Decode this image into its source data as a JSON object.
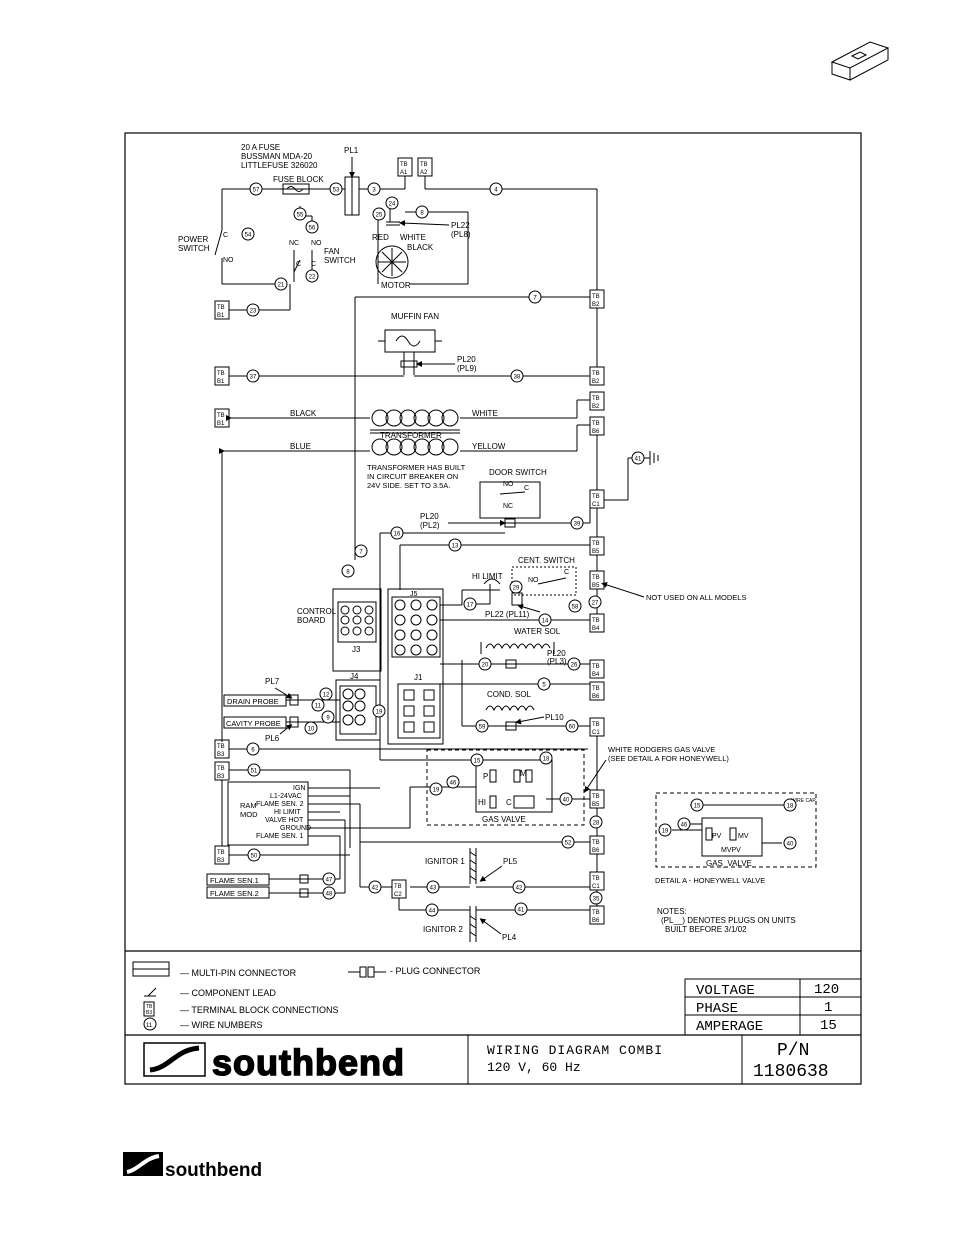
{
  "fuse_note": [
    "20 A FUSE",
    "BUSSMAN MDA-20",
    "LITTLEFUSE 326020"
  ],
  "labels": {
    "pl1": "PL1",
    "fuse_block": "FUSE BLOCK",
    "power_switch": [
      "POWER",
      "SWITCH"
    ],
    "fan_switch": [
      "FAN",
      "SWITCH"
    ],
    "nc": "NC",
    "no": "NO",
    "c": "C",
    "pl22": "PL22",
    "pl8": "(PL8)",
    "red": "RED",
    "white": "WHITE",
    "black": "BLACK",
    "motor": "MOTOR",
    "muffin_fan": "MUFFIN FAN",
    "pl20": "PL20",
    "pl9": "(PL9)",
    "wire_black": "BLACK",
    "wire_white": "WHITE",
    "wire_blue": "BLUE",
    "wire_yellow": "YELLOW",
    "transformer": "TRANSFORMER",
    "transformer_note": [
      "TRANSFORMER HAS BUILT",
      "IN CIRCUIT BREAKER ON",
      "24V SIDE.  SET TO 3.5A."
    ],
    "door_switch": "DOOR SWITCH",
    "pl20b": "PL20",
    "pl2": "(PL2)",
    "cent_switch": "CENT. SWITCH",
    "hi_limit": "HI LIMIT",
    "pl22b": "PL22 (PL11)",
    "not_used": "NOT USED ON ALL MODELS",
    "control_board": [
      "CONTROL",
      "BOARD"
    ],
    "j3": "J3",
    "j4": "J4",
    "j5": "J5",
    "j1": "J1",
    "water_sol": "WATER SOL",
    "pl20c": "PL20",
    "pl3": "(PL3)",
    "cond_sol": "COND. SOL",
    "pl10": "PL10",
    "pl7": "PL7",
    "pl6": "PL6",
    "drain_probe": "DRAIN PROBE",
    "cavity_probe": "CAVITY PROBE",
    "gas_valve_note": [
      "WHITE RODGERS GAS VALVE",
      "(SEE DETAIL A FOR HONEYWELL)"
    ],
    "gas_valve": "GAS VALVE",
    "p": "P",
    "m": "M",
    "hi": "HI",
    "gv_c": "C",
    "ram": [
      "RAM",
      "MOD"
    ],
    "ram_pins": [
      "IGN",
      "L1-24VAC",
      "FLAME SEN. 2",
      "HI LIMIT",
      "VALVE HOT",
      "GROUND",
      "FLAME SEN. 1"
    ],
    "flame_sen1": "FLAME SEN.1",
    "flame_sen2": "FLAME SEN.2",
    "ignitor1": "IGNITOR 1",
    "ignitor2": "IGNITOR 2",
    "pl5": "PL5",
    "pl4": "PL4",
    "detail_a": "DETAIL A - HONEYWELL VALVE",
    "pv": "PV",
    "mv": "MV",
    "mvpv": "MVPV",
    "gas_valve2": "GAS_VALVE",
    "wire_cap": "WIRE CAP",
    "notes": [
      "NOTES:",
      "(PL__) DENOTES PLUGS ON UNITS",
      "BUILT BEFORE 3/1/02"
    ]
  },
  "terminals": {
    "a1": [
      "TB",
      "A1"
    ],
    "a2": [
      "TB",
      "A2"
    ],
    "b1": [
      "TB",
      "B1"
    ],
    "b2": [
      "TB",
      "B2"
    ],
    "b3": [
      "TB",
      "B3"
    ],
    "b4": [
      "TB",
      "B4"
    ],
    "b5": [
      "TB",
      "B5"
    ],
    "b6": [
      "TB",
      "B6"
    ],
    "c1": [
      "TB",
      "C1"
    ],
    "c2": [
      "TB",
      "C2"
    ]
  },
  "legend": {
    "multi_pin": "— MULTI-PIN CONNECTOR",
    "plug": "- PLUG CONNECTOR",
    "component_lead": "— COMPONENT LEAD",
    "terminal_block": "— TERMINAL BLOCK CONNECTIONS",
    "wire_numbers": "— WIRE NUMBERS",
    "sample_wire": "11"
  },
  "specs": [
    {
      "label": "VOLTAGE",
      "value": "120"
    },
    {
      "label": "PHASE",
      "value": "1"
    },
    {
      "label": "AMPERAGE",
      "value": "15"
    }
  ],
  "title_block": {
    "brand": "southbend",
    "title": "WIRING DIAGRAM  COMBI",
    "subtitle": "120 V, 60 Hz",
    "pn_label": "P/N",
    "pn_value": "1180638"
  },
  "footer_brand": "southbend"
}
